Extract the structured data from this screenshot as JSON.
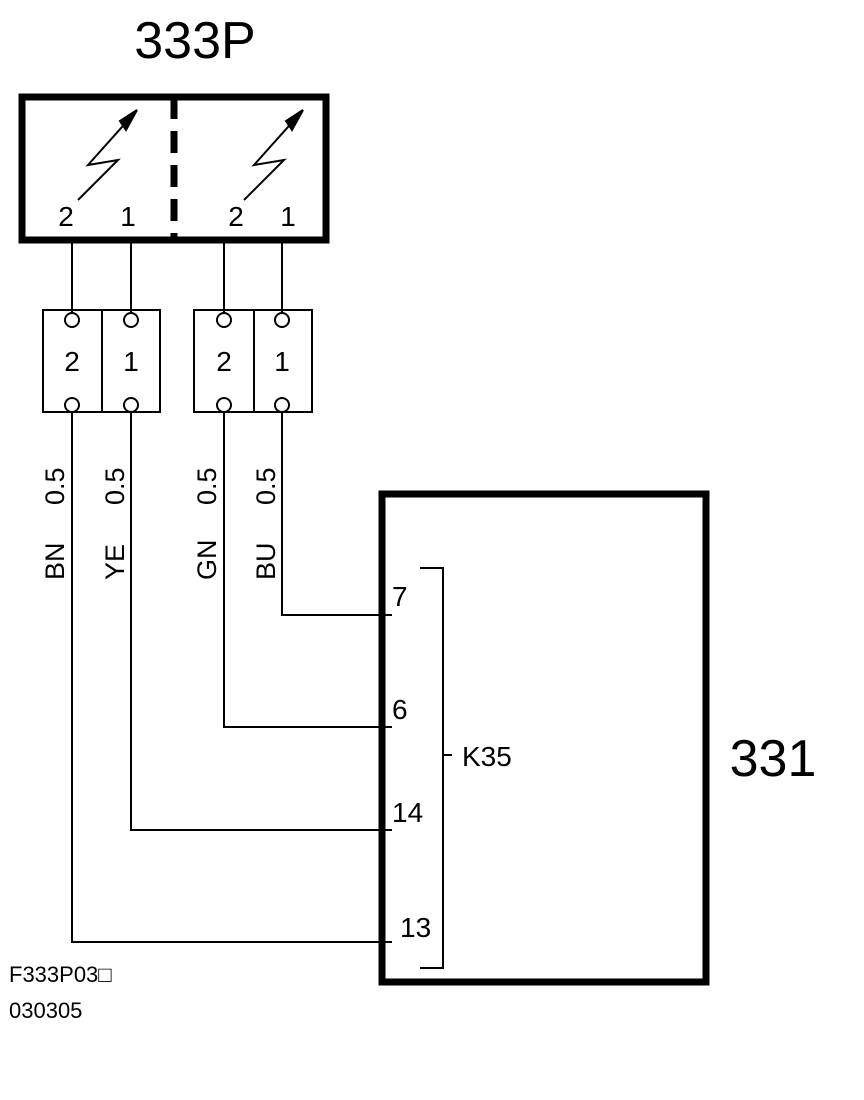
{
  "sensor": {
    "label": "333P",
    "pins": [
      "2",
      "1",
      "2",
      "1"
    ]
  },
  "connectors": {
    "left": {
      "pins": [
        "2",
        "1"
      ]
    },
    "right": {
      "pins": [
        "2",
        "1"
      ]
    }
  },
  "wires": [
    {
      "color": "BN",
      "size": "0.5",
      "ecu_pin": "13"
    },
    {
      "color": "YE",
      "size": "0.5",
      "ecu_pin": "14"
    },
    {
      "color": "GN",
      "size": "0.5",
      "ecu_pin": "6"
    },
    {
      "color": "BU",
      "size": "0.5",
      "ecu_pin": "7"
    }
  ],
  "ecu": {
    "label": "331",
    "connector": "K35"
  },
  "footer": {
    "code": "F333P03□",
    "date": "030305"
  }
}
